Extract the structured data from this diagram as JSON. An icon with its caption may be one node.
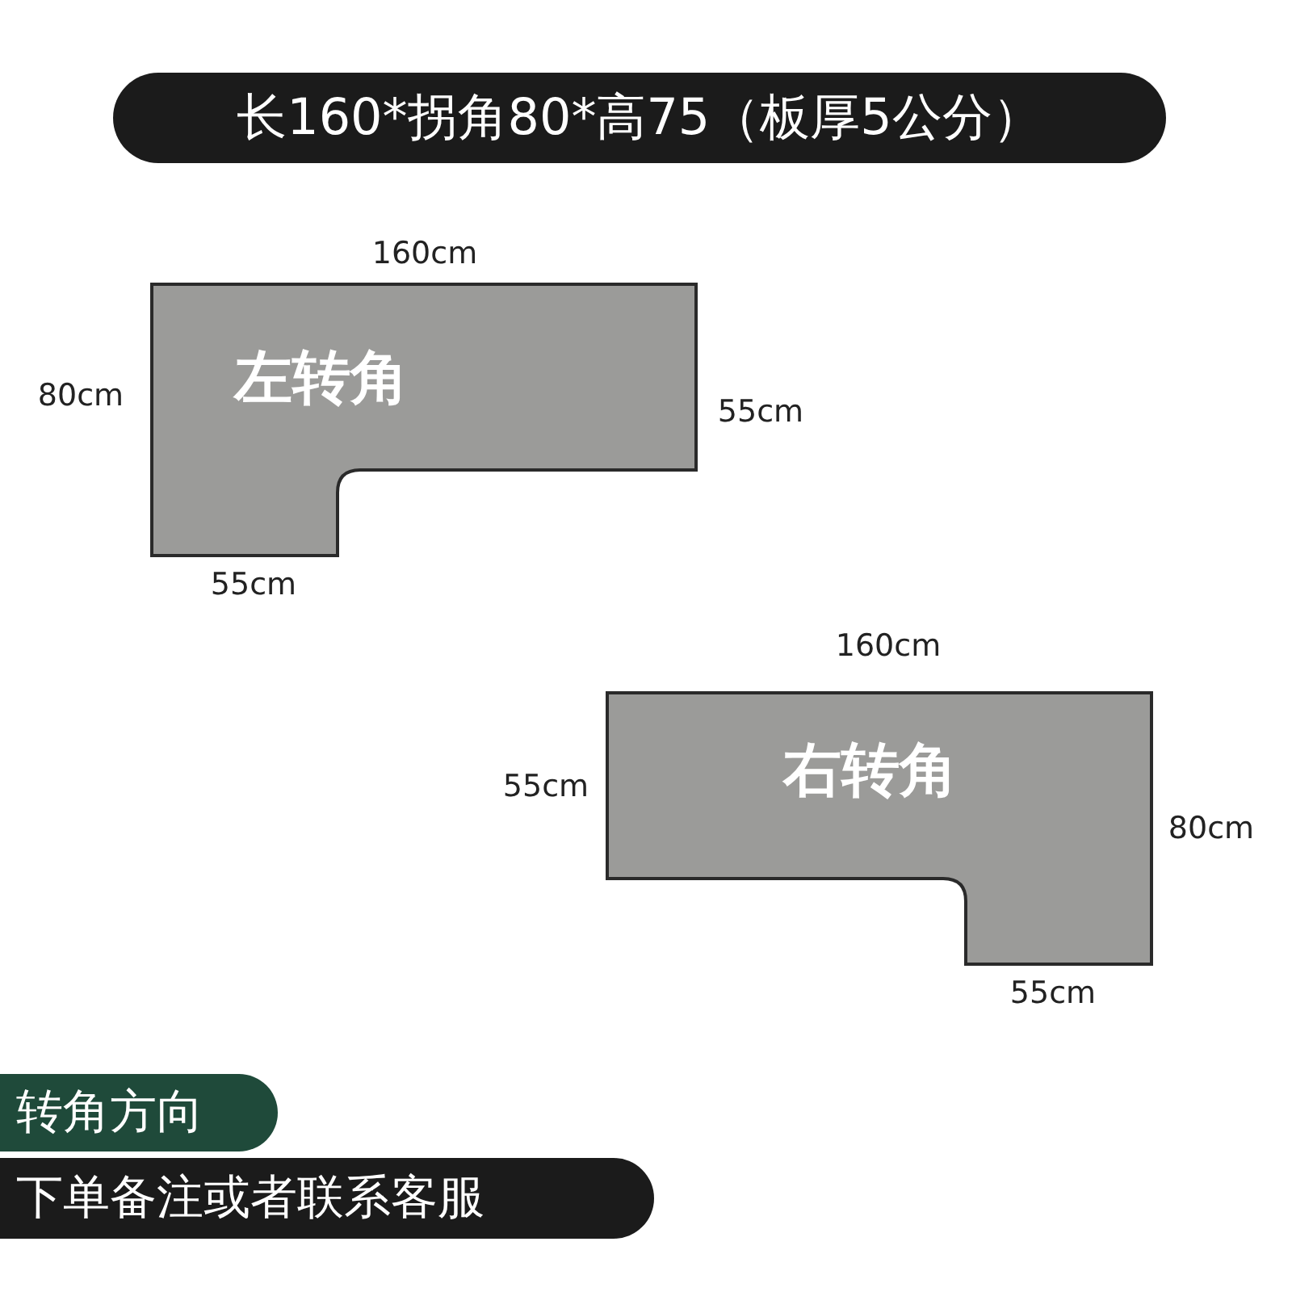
{
  "diagram": {
    "title": "长160*拐角80*高75（板厚5公分）",
    "nodes": [
      {
        "text": [
          "左转角"
        ]
      },
      {
        "text": [
          "右转角"
        ]
      }
    ],
    "labels": [
      "160cm",
      "80cm",
      "55cm",
      "55cm",
      "160cm",
      "55cm",
      "80cm",
      "55cm",
      "转角方向",
      "下单备注或者联系客服"
    ]
  }
}
